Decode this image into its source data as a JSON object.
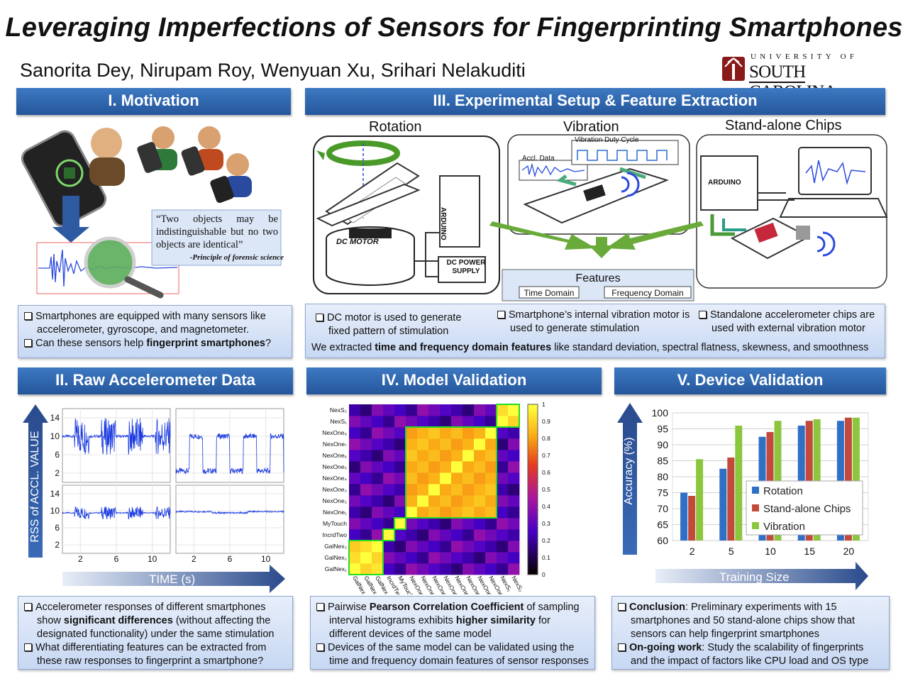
{
  "title": "Leveraging Imperfections of Sensors for Fingerprinting Smartphones",
  "authors": "Sanorita Dey, Nirupam Roy, Wenyuan Xu, Srihari Nelakuditi",
  "logo": {
    "line1": "UNIVERSITY OF",
    "line2": "SOUTH CAROLINA."
  },
  "colors": {
    "header_blue": "#2f65ae",
    "box_fill": "#dbe6f7",
    "arrow_blue": "#2d5aa0",
    "green_arrow": "#5a9a2a"
  },
  "motivation": {
    "header": "I. Motivation",
    "quote": "“Two objects may be indistinguishable but no two objects are identical”",
    "quote_attr": "-Principle of forensic science",
    "bullets": [
      {
        "text": "Smartphones are equipped with many sensors like accelerometer, gyroscope, and magnetometer."
      },
      {
        "pre": "Can these sensors help ",
        "bold": "fingerprint smartphones",
        "post": "?"
      }
    ]
  },
  "setup": {
    "header": "III. Experimental Setup & Feature Extraction",
    "rotation_label": "Rotation",
    "vibration_label": "Vibration",
    "chips_label": "Stand-alone Chips",
    "dc_motor": "DC MOTOR",
    "arduino": "ARDUINO",
    "dc_power": "DC POWER",
    "supply": "SUPPLY",
    "accl_data": "Accl. Data",
    "duty_cycle": "Vibration Duty Cycle",
    "features": "Features",
    "time_domain": "Time Domain",
    "freq_domain": "Frequency Domain",
    "bullet1": "DC motor is used to generate fixed pattern of stimulation",
    "bullet2": "Smartphone’s internal vibration motor is used to generate stimulation",
    "bullet3": "Standalone accelerometer chips are used with external vibration motor",
    "summary_pre": "We extracted ",
    "summary_bold": "time and frequency domain features",
    "summary_post": " like standard deviation, spectral flatness, skewness, and smoothness"
  },
  "raw": {
    "header": "II. Raw Accelerometer Data",
    "ylabel": "RSS of ACCL. VALUE",
    "xlabel": "TIME (s)",
    "yticks_top": [
      "14",
      "10",
      "6",
      "2"
    ],
    "yticks_bottom": [
      "14",
      "10",
      "6",
      "2"
    ],
    "xticks": [
      "2",
      "6",
      "10",
      "2",
      "6",
      "10"
    ],
    "bullet1_pre": "Accelerometer responses of different smartphones show ",
    "bullet1_bold": "significant differences",
    "bullet1_post": " (without affecting the designated functionality) under the same stimulation",
    "bullet2": "What differentiating features can be extracted from these raw responses to fingerprint a smartphone?"
  },
  "model": {
    "header": "IV. Model Validation",
    "bullet1_pre": "Pairwise ",
    "bullet1_bold": "Pearson Correlation Coefficient",
    "bullet1_mid": " of sampling interval histograms exhibits ",
    "bullet1_bold2": "higher similarity",
    "bullet1_post": " for different devices of the same model",
    "bullet2": "Devices of the same model can be validated using the time and frequency domain features of sensor responses"
  },
  "device": {
    "header": "V. Device Validation",
    "ylabel": "Accuracy (%)",
    "xlabel": "Training Size",
    "bullet1_bold": "Conclusion",
    "bullet1_post": ": Preliminary experiments with 15 smartphones and 50 stand-alone chips show that sensors can help fingerprint smartphones",
    "bullet2_bold": "On-going work",
    "bullet2_post": ": Study the scalability of fingerprints and the impact of factors like CPU load and OS type"
  },
  "chart_data": [
    {
      "type": "bar",
      "categories": [
        "2",
        "5",
        "10",
        "15",
        "20"
      ],
      "series": [
        {
          "name": "Rotation",
          "color": "#2f6fc6",
          "values": [
            75,
            82.5,
            92.5,
            96,
            97.5
          ]
        },
        {
          "name": "Stand-alone Chips",
          "color": "#c24a3a",
          "values": [
            74,
            86,
            94,
            97.5,
            98.5
          ]
        },
        {
          "name": "Vibration",
          "color": "#8cc63e",
          "values": [
            85.5,
            96,
            97.5,
            98,
            98.5
          ]
        }
      ],
      "title": "",
      "xlabel": "Training Size",
      "ylabel": "Accuracy (%)",
      "ylim": [
        60,
        100
      ],
      "yticks": [
        "60",
        "65",
        "70",
        "75",
        "80",
        "85",
        "90",
        "95",
        "100"
      ],
      "legend": "center-right"
    },
    {
      "type": "heatmap",
      "labels": [
        "GalNex₁",
        "GalNex₂",
        "GalNex₃",
        "IncrdTwo",
        "MyTouch",
        "NexOne₁",
        "NexOne₂",
        "NexOne₃",
        "NexOne₄",
        "NexOne₅",
        "NexOne₆",
        "NexOne₇",
        "NexOne₈",
        "NexS₁",
        "NexS₂"
      ],
      "colorbar_ticks": [
        "0",
        "0.1",
        "0.2",
        "0.3",
        "0.4",
        "0.5",
        "0.6",
        "0.7",
        "0.8",
        "0.9",
        "1"
      ],
      "blocks": [
        {
          "from": 0,
          "to": 2,
          "value": 0.97
        },
        {
          "from": 3,
          "to": 3,
          "value": 1.0
        },
        {
          "from": 4,
          "to": 4,
          "value": 1.0
        },
        {
          "from": 5,
          "to": 12,
          "value": 0.88
        },
        {
          "from": 13,
          "to": 14,
          "value": 0.97
        }
      ],
      "off_block_value": 0.15
    },
    {
      "type": "line",
      "title": "",
      "xlabel": "TIME (s)",
      "ylabel": "RSS of ACCL. VALUE",
      "panels": [
        {
          "position": "top-left",
          "xlim": [
            0,
            12
          ],
          "ylim": [
            0,
            16
          ],
          "pattern": "bursty",
          "baseline": 10,
          "amplitude": 4
        },
        {
          "position": "top-right",
          "xlim": [
            0,
            12
          ],
          "ylim": [
            0,
            16
          ],
          "pattern": "square",
          "high": 10,
          "low": 2.5
        },
        {
          "position": "bottom-left",
          "xlim": [
            0,
            12
          ],
          "ylim": [
            0,
            16
          ],
          "pattern": "bursty-small",
          "baseline": 9.5,
          "amplitude": 1.5
        },
        {
          "position": "bottom-right",
          "xlim": [
            0,
            12
          ],
          "ylim": [
            0,
            16
          ],
          "pattern": "flat",
          "baseline": 9.8
        }
      ]
    }
  ]
}
